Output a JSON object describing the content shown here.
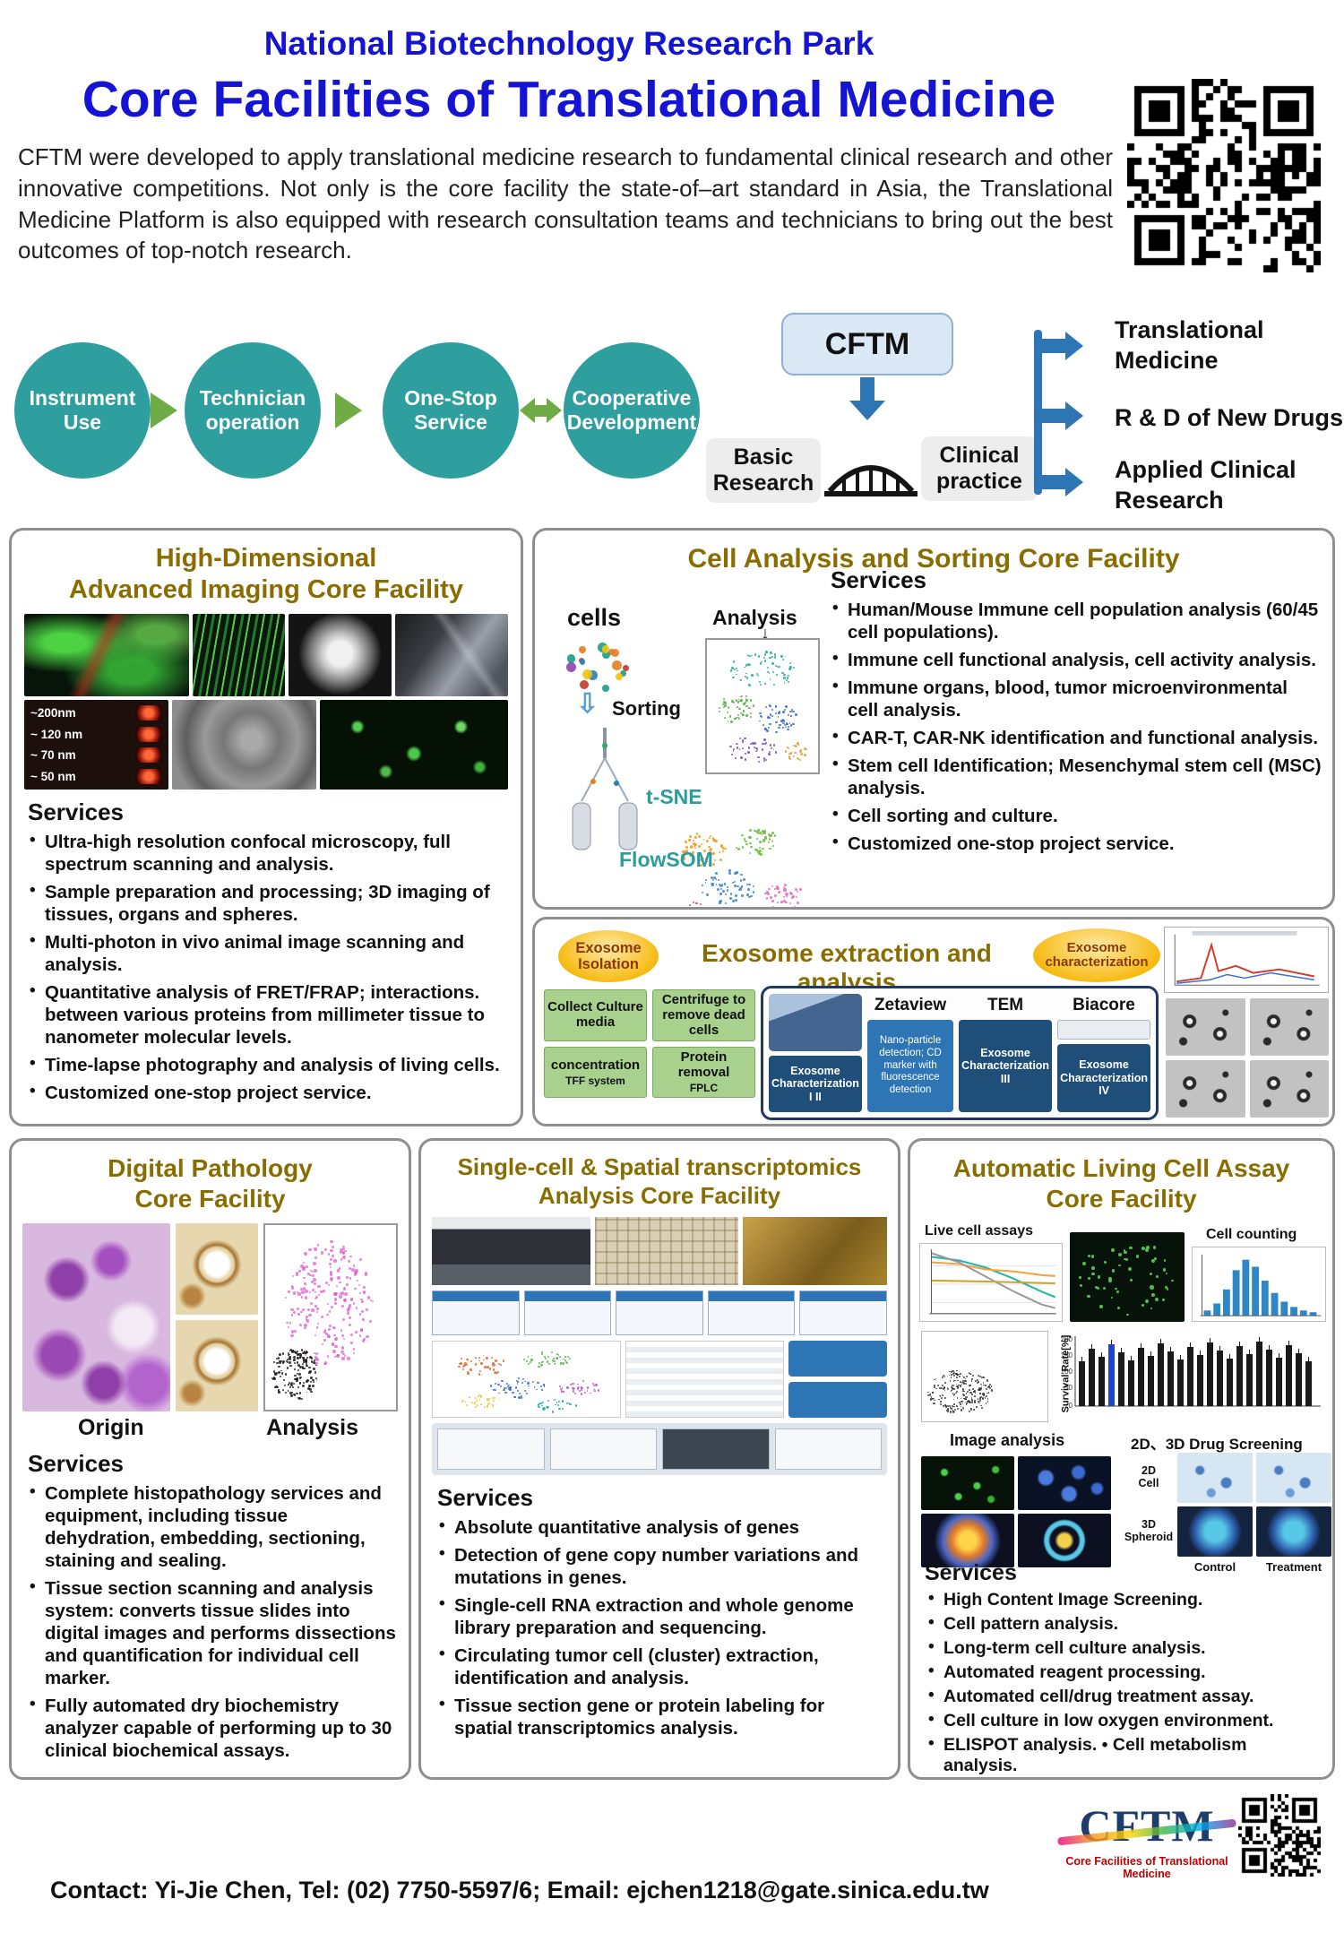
{
  "colors": {
    "title_blue": "#1414d2",
    "panel_gold": "#8a6d00",
    "teal_circle": "#2f9e9e",
    "arrow_green": "#6fac46",
    "accent_blue": "#2e75b6",
    "navy": "#1f4e79",
    "step_green": "#a9d18e",
    "badge_gold": "#f6ba10"
  },
  "header": {
    "park_title": "National Biotechnology Research Park",
    "main_title": "Core Facilities of Translational Medicine",
    "description": "CFTM were developed to apply translational medicine research to fundamental clinical research and other innovative competitions. Not only is the core facility the state-of–art standard in Asia, the Translational Medicine Platform is also equipped with research consultation teams and technicians to bring out the best outcomes of top-notch research."
  },
  "flow": {
    "circle1": "Instrument Use",
    "circle2": "Technician operation",
    "circle3": "One-Stop Service",
    "circle4": "Cooperative Development",
    "cftm": "CFTM",
    "basic_research": "Basic Research",
    "clinical_practice": "Clinical practice",
    "outcome1": "Translational Medicine",
    "outcome2": "R & D of New Drugs",
    "outcome3": "Applied Clinical Research"
  },
  "panels": {
    "imaging": {
      "title1": "High-Dimensional",
      "title2": "Advanced Imaging Core Facility",
      "scales": [
        "~200nm",
        "~ 120 nm",
        "~ 70 nm",
        "~ 50 nm"
      ],
      "services_heading": "Services",
      "services": [
        "Ultra-high resolution confocal microscopy, full spectrum scanning and analysis.",
        "Sample preparation and processing; 3D imaging of tissues, organs and spheres.",
        "Multi-photon in vivo animal image scanning and analysis.",
        "Quantitative analysis of FRET/FRAP; interactions. between various proteins from millimeter tissue to nanometer molecular levels.",
        "Time-lapse photography and analysis of living cells.",
        "Customized one-stop project service."
      ]
    },
    "cell": {
      "title": "Cell Analysis and Sorting Core Facility",
      "label_cells": "cells",
      "label_analysis": "Analysis",
      "label_sorting": "Sorting",
      "label_tsne": "t-SNE",
      "label_flowsom": "FlowSOM",
      "services_heading": "Services",
      "services": [
        "Human/Mouse Immune cell population analysis (60/45 cell populations).",
        "Immune cell functional analysis, cell activity analysis.",
        "Immune organs, blood, tumor microenvironmental cell analysis.",
        "CAR-T, CAR-NK identification and functional analysis.",
        "Stem cell Identification; Mesenchymal stem cell (MSC) analysis.",
        "Cell sorting and culture.",
        "Customized one-stop project service."
      ]
    },
    "exosome": {
      "badge_isolation": "Exosome Isolation",
      "badge_characterization": "Exosome characterization",
      "title": "Exosome extraction and analysis",
      "step1": "Collect Culture media",
      "step2": "Centrifuge to remove dead cells",
      "step3": "concentration",
      "step3_sub": "TFF system",
      "step4": "Protein removal",
      "step4_sub": "FPLC",
      "zetaview": "Zetaview",
      "tem": "TEM",
      "biacore": "Biacore",
      "char12": "Exosome Characterization I II",
      "nano_note": "Nano-particle detection; CD marker with fluorescence detection",
      "char3": "Exosome Characterization III",
      "char4": "Exosome Characterization IV"
    },
    "pathology": {
      "title1": "Digital Pathology",
      "title2": "Core Facility",
      "label_origin": "Origin",
      "label_analysis": "Analysis",
      "services_heading": "Services",
      "services": [
        "Complete histopathology services and equipment, including tissue dehydration, embedding, sectioning, staining and sealing.",
        "Tissue section scanning and analysis system: converts tissue slides into digital images and performs dissections and quantification for individual cell marker.",
        "Fully automated dry biochemistry analyzer capable of performing up to 30 clinical biochemical assays."
      ]
    },
    "singlecell": {
      "title1": "Single-cell  & Spatial transcriptomics",
      "title2": "Analysis Core Facility",
      "services_heading": "Services",
      "services": [
        "Absolute quantitative analysis of genes",
        "Detection of gene copy number variations and mutations in genes.",
        "Single-cell RNA extraction and whole genome library preparation and sequencing.",
        "Circulating tumor cell (cluster) extraction, identification and analysis.",
        "Tissue section gene or protein labeling for spatial transcriptomics analysis."
      ]
    },
    "livingcell": {
      "title1": "Automatic Living Cell Assay",
      "title2": "Core Facility",
      "label_live": "Live cell assays",
      "label_counting": "Cell counting",
      "ylabel_survival": "Survival Rate[%]",
      "survival_ticks": [
        "200",
        "150",
        "100",
        "50",
        "0"
      ],
      "label_image": "Image analysis",
      "label_screening": "2D、3D Drug Screening",
      "label_2d_1": "2D",
      "label_2d_2": "Cell",
      "label_3d_1": "3D",
      "label_3d_2": "Spheroid",
      "label_control": "Control",
      "label_treatment": "Treatment",
      "services_heading": "Services",
      "services": [
        "High Content Image Screening.",
        "Cell pattern analysis.",
        "Long-term cell culture analysis.",
        "Automated reagent processing.",
        "Automated cell/drug treatment assay.",
        "Cell culture in low oxygen environment.",
        "ELISPOT analysis.    •    Cell metabolism analysis."
      ]
    }
  },
  "footer": {
    "contact": "Contact:  Yi-Jie Chen, Tel: (02) 7750-5597/6;  Email: ejchen1218@gate.sinica.edu.tw",
    "logo": "CFTM",
    "logo_sub": "Core Facilities of Translational Medicine"
  }
}
